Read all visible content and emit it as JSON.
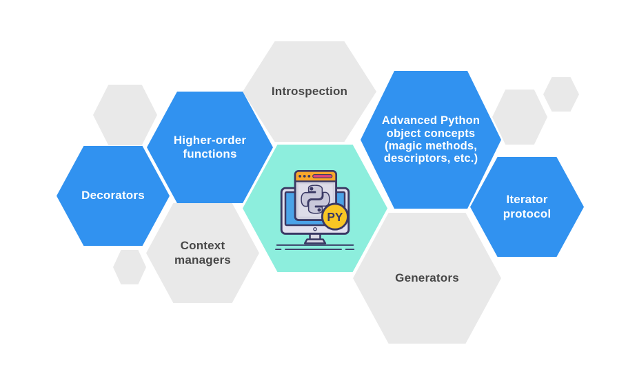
{
  "colors": {
    "hex_blue": "#3192F0",
    "hex_gray": "#E9E9E9",
    "hex_teal": "#8DEEDD",
    "text_dark": "#474747",
    "text_light": "#FFFFFF",
    "icon_navy": "#3A3964",
    "icon_orange": "#F9A72B",
    "icon_yellow": "#F9C624",
    "icon_pink": "#E0457B",
    "icon_screen_blue": "#4BA3E8",
    "icon_frame": "#E2E1EF",
    "icon_body_gray": "#D2D1DF"
  },
  "hexagons": {
    "introspection": {
      "label": "Introspection"
    },
    "higher_order_functions": {
      "label": "Higher-order\nfunctions"
    },
    "decorators": {
      "label": "Decorators"
    },
    "context_managers": {
      "label": "Context\nmanagers"
    },
    "advanced_object_concepts": {
      "label": "Advanced Python\nobject concepts\n(magic methods,\ndescriptors, etc.)"
    },
    "iterator_protocol": {
      "label": "Iterator\nprotocol"
    },
    "generators": {
      "label": "Generators"
    }
  },
  "center_icon": {
    "badge_label": "PY"
  }
}
